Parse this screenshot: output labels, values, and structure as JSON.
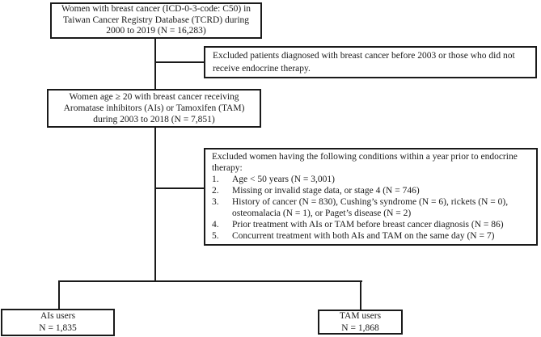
{
  "colors": {
    "ink": "#1a1a1a",
    "background": "#ffffff"
  },
  "flowchart": {
    "top_box": {
      "lines": [
        "Women with breast cancer (ICD-0-3-code: C50) in",
        "Taiwan Cancer Registry Database (TCRD) during",
        "2000 to 2019 (N = 16,283)"
      ]
    },
    "exclusion_box_1": {
      "lines": [
        "Excluded patients diagnosed with breast cancer before 2003 or those who did not",
        "receive endocrine therapy."
      ]
    },
    "cohort_box": {
      "lines": [
        "Women age ≥ 20 with breast cancer receiving",
        "Aromatase inhibitors (AIs) or Tamoxifen (TAM)",
        "during 2003 to 2018 (N = 7,851)"
      ]
    },
    "exclusion_box_2": {
      "header_lines": [
        "Excluded women having the following conditions within a year prior to endocrine",
        "therapy:"
      ],
      "items": [
        {
          "num": "1.",
          "line1": "Age < 50 years (N = 3,001)",
          "line2": ""
        },
        {
          "num": "2.",
          "line1": "Missing or invalid stage data, or stage 4 (N = 746)",
          "line2": ""
        },
        {
          "num": "3.",
          "line1": "History of cancer (N = 830), Cushing’s syndrome (N = 6), rickets (N = 0),",
          "line2": "osteomalacia (N = 1), or Paget’s disease (N = 2)"
        },
        {
          "num": "4.",
          "line1": "Prior treatment with AIs or TAM before breast cancer diagnosis (N = 86)",
          "line2": ""
        },
        {
          "num": "5.",
          "line1": "Concurrent treatment with both AIs and TAM on the same day (N = 7)",
          "line2": ""
        }
      ]
    },
    "ais_box": {
      "lines": [
        "AIs users",
        "N = 1,835"
      ]
    },
    "tam_box": {
      "lines": [
        "TAM users",
        "N = 1,868"
      ]
    }
  }
}
